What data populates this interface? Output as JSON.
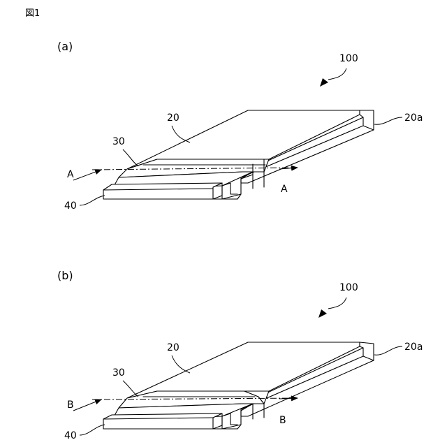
{
  "figure": {
    "title": "図1",
    "panels": [
      {
        "label": "(a)",
        "refs": {
          "device": "100",
          "body": "20",
          "side": "20a",
          "layer": "30",
          "strip": "40"
        },
        "section": {
          "start": "A",
          "end": "A"
        }
      },
      {
        "label": "(b)",
        "refs": {
          "device": "100",
          "body": "20",
          "side": "20a",
          "layer": "30",
          "strip": "40"
        },
        "section": {
          "start": "B",
          "end": "B"
        }
      }
    ]
  }
}
